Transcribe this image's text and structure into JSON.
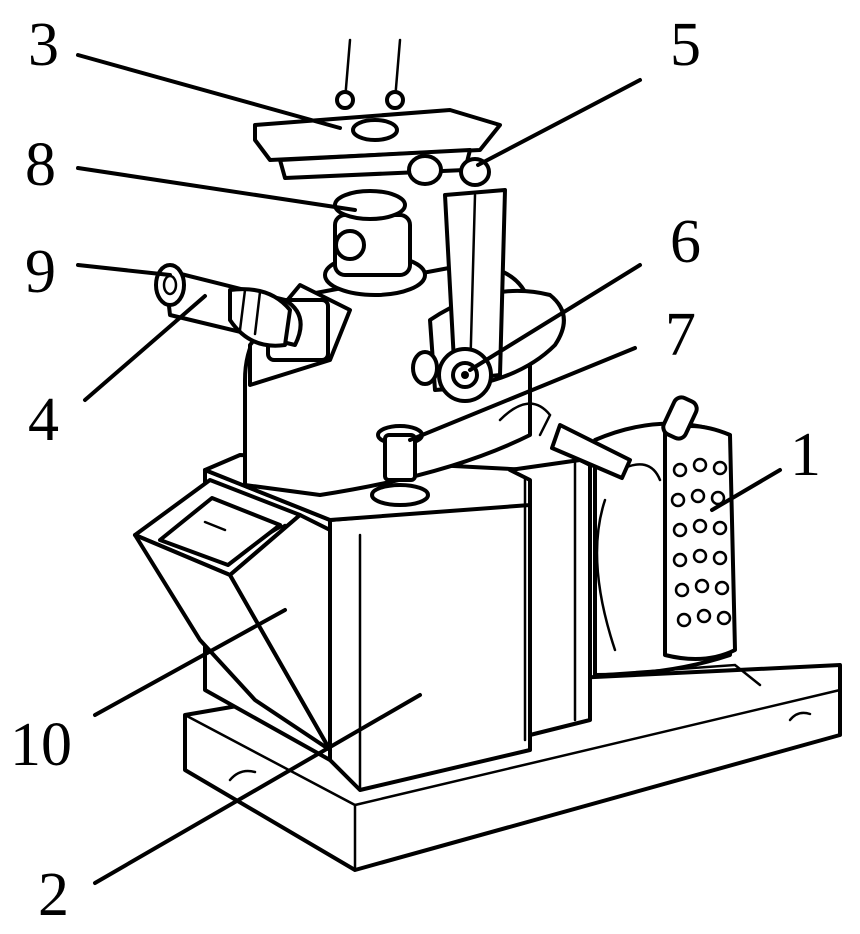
{
  "labels": [
    {
      "id": "1",
      "text": "1"
    },
    {
      "id": "2",
      "text": "2"
    },
    {
      "id": "3",
      "text": "3"
    },
    {
      "id": "4",
      "text": "4"
    },
    {
      "id": "5",
      "text": "5"
    },
    {
      "id": "6",
      "text": "6"
    },
    {
      "id": "7",
      "text": "7"
    },
    {
      "id": "8",
      "text": "8"
    },
    {
      "id": "9",
      "text": "9"
    },
    {
      "id": "10",
      "text": "10"
    }
  ]
}
